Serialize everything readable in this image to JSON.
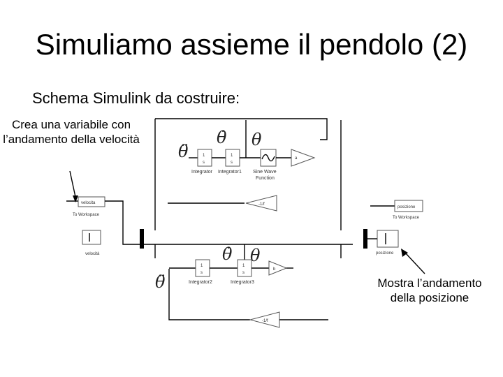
{
  "title": "Simuliamo assieme il pendolo (2)",
  "subtitle": "Schema Simulink da costruire:",
  "note_left": "Crea una variabile con l’andamento della velocità",
  "note_right": "Mostra l’andamento della posizione",
  "symbols": {
    "theta_ddot": "θ̈",
    "theta_dot": "θ̇",
    "theta": "θ"
  },
  "blocks": {
    "integrator_1_num": "1",
    "integrator_1_den": "s",
    "integrator_1_label": "Integrator",
    "integrator_2_num": "1",
    "integrator_2_den": "s",
    "integrator_2_label": "Integrator1",
    "sine_label_1": "Sine Wave",
    "sine_label_2": "Function",
    "gain_top_value": "a",
    "gain_mid_value": "-1/f",
    "to_ws_top_var": "posizione",
    "to_ws_top_label": "To Workspace",
    "to_ws_left_var": "velocita",
    "to_ws_left_label": "To Workspace",
    "scope_left_label": "velocità",
    "scope_right_label": "posizione",
    "integrator_3_num": "1",
    "integrator_3_den": "s",
    "integrator_3_label": "Integrator2",
    "integrator_4_num": "1",
    "integrator_4_den": "s",
    "integrator_4_label": "Integrator3",
    "gain_low_value": "b",
    "gain_bottom_value": "-1/f"
  }
}
